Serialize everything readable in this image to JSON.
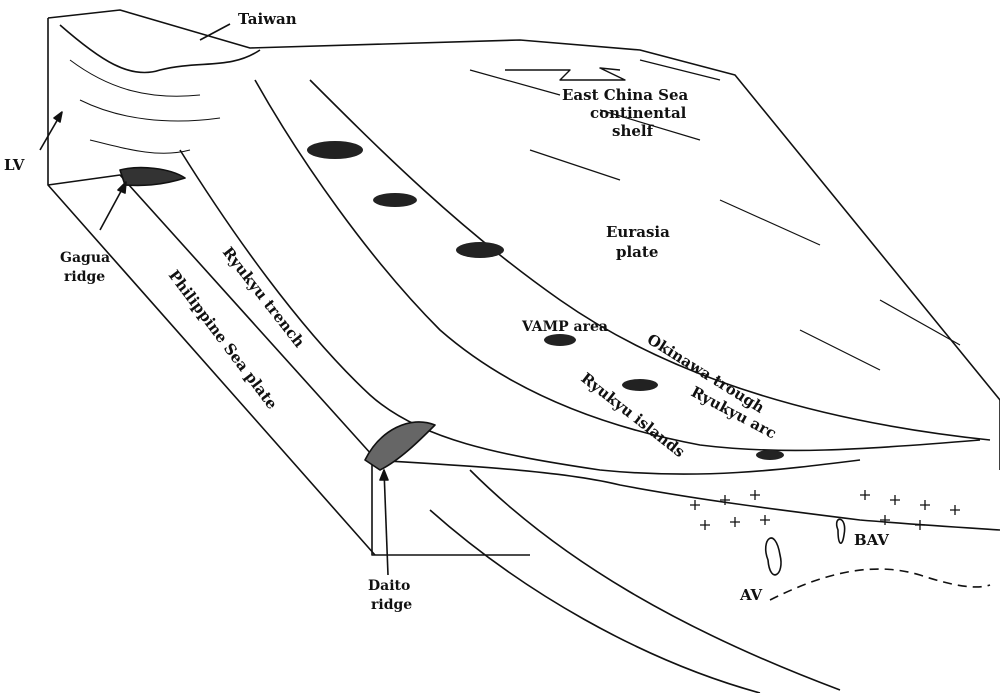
{
  "diagram": {
    "labels": {
      "taiwan": "Taiwan",
      "lv": "LV",
      "gagua": [
        "Gagua",
        "ridge"
      ],
      "east_china_sea": [
        "East China Sea",
        "continental",
        "shelf"
      ],
      "eurasia": [
        "Eurasia",
        "plate"
      ],
      "vamp": "VAMP area",
      "okinawa": "Okinawa trough",
      "ryukyu_trench": "Ryukyu trench",
      "philippine": "Philippine Sea plate",
      "ryukyu_islands": "Ryukyu islands",
      "ryukyu_arc": "Ryukyu arc",
      "daito": [
        "Daito",
        "ridge"
      ],
      "av": "AV",
      "bav": "BAV"
    }
  }
}
